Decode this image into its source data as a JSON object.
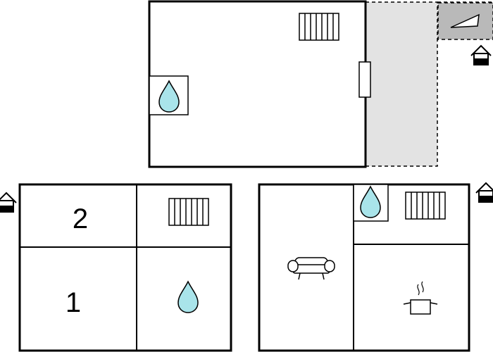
{
  "floorplan": {
    "colors": {
      "wall": "#000000",
      "terrace": "#e3e3e3",
      "roof_accent": "#b9b9b9",
      "water": "#a9e4ea"
    },
    "rooms": [
      {
        "id": "upper-room",
        "icons": [
          "heater-icon",
          "water-drop-icon"
        ]
      },
      {
        "id": "bedroom-1",
        "label": "1"
      },
      {
        "id": "bedroom-2",
        "label": "2"
      },
      {
        "id": "bath-left",
        "icons": [
          "water-drop-icon"
        ]
      },
      {
        "id": "heater-left",
        "icons": [
          "heater-icon"
        ]
      },
      {
        "id": "living",
        "icons": [
          "sofa-icon"
        ]
      },
      {
        "id": "kitchen",
        "icons": [
          "cooking-pot-icon"
        ]
      },
      {
        "id": "utility",
        "icons": [
          "water-drop-icon",
          "heater-icon"
        ]
      }
    ],
    "entrance_icon": "house-entrance-icon",
    "terrace_icon": "triangle-marker-icon"
  }
}
